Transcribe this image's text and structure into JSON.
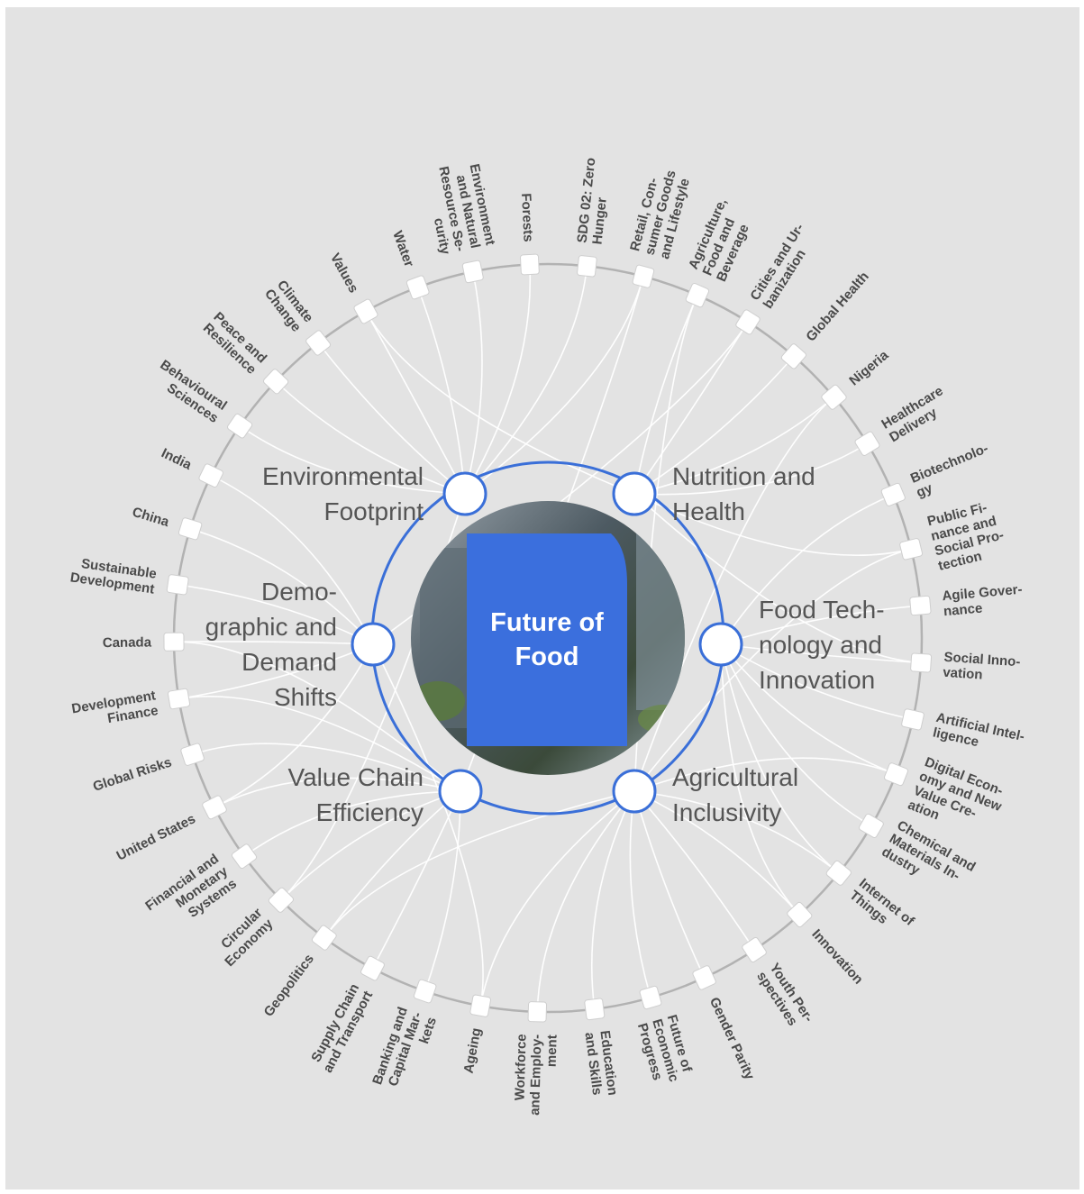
{
  "center": {
    "title_line1": "Future of",
    "title_line2": "Food"
  },
  "colors": {
    "ring": "#3a6fd8",
    "card": "#3b6fdd",
    "outer_ring": "#b2b2b2",
    "link": "#ffffff",
    "background": "#e3e3e3"
  },
  "categories": [
    {
      "lines": [
        "Environmental",
        "Footprint"
      ]
    },
    {
      "lines": [
        "Nutrition and",
        "Health"
      ]
    },
    {
      "lines": [
        "Demo-",
        "graphic and",
        "Demand",
        "Shifts"
      ]
    },
    {
      "lines": [
        "Food Tech-",
        "nology and",
        "Innovation"
      ]
    },
    {
      "lines": [
        "Value Chain",
        "Efficiency"
      ]
    },
    {
      "lines": [
        "Agricultural",
        "Inclusivity"
      ]
    }
  ],
  "topics": [
    {
      "lines": [
        "SDG 02: Zero",
        "Hunger"
      ],
      "links": [
        0
      ]
    },
    {
      "lines": [
        "Retail, Con-",
        "sumer Goods",
        "and Lifestyle"
      ],
      "links": [
        0,
        4
      ]
    },
    {
      "lines": [
        "Agriculture,",
        "Food and",
        "Beverage"
      ],
      "links": [
        1,
        5
      ]
    },
    {
      "lines": [
        "Cities and Ur-",
        "banization"
      ],
      "links": [
        1,
        2
      ]
    },
    {
      "lines": [
        "Global Health"
      ],
      "links": [
        1
      ]
    },
    {
      "lines": [
        "Nigeria"
      ],
      "links": [
        1,
        5
      ]
    },
    {
      "lines": [
        "Healthcare",
        "Delivery"
      ],
      "links": [
        1
      ]
    },
    {
      "lines": [
        "Biotechnolo-",
        "gy"
      ],
      "links": [
        3
      ]
    },
    {
      "lines": [
        "Public Fi-",
        "nance and",
        "Social Pro-",
        "tection"
      ],
      "links": [
        1,
        5
      ]
    },
    {
      "lines": [
        "Agile Gover-",
        "nance"
      ],
      "links": [
        3
      ]
    },
    {
      "lines": [
        "Social Inno-",
        "vation"
      ],
      "links": [
        3,
        1
      ]
    },
    {
      "lines": [
        "Artificial Intel-",
        "ligence"
      ],
      "links": [
        3
      ]
    },
    {
      "lines": [
        "Digital Econ-",
        "omy and New",
        "Value Cre-",
        "ation"
      ],
      "links": [
        3,
        5
      ]
    },
    {
      "lines": [
        "Chemical and",
        "Materials In-",
        "dustry"
      ],
      "links": [
        3
      ]
    },
    {
      "lines": [
        "Internet of",
        "Things"
      ],
      "links": [
        3,
        5
      ]
    },
    {
      "lines": [
        "Innovation"
      ],
      "links": [
        3,
        5
      ]
    },
    {
      "lines": [
        "Youth Per-",
        "spectives"
      ],
      "links": [
        5
      ]
    },
    {
      "lines": [
        "Gender Parity"
      ],
      "links": [
        5
      ]
    },
    {
      "lines": [
        "Future of",
        "Economic",
        "Progress"
      ],
      "links": [
        5
      ]
    },
    {
      "lines": [
        "Education",
        "and Skills"
      ],
      "links": [
        5
      ]
    },
    {
      "lines": [
        "Workforce",
        "and Employ-",
        "ment"
      ],
      "links": [
        5
      ]
    },
    {
      "lines": [
        "Ageing"
      ],
      "links": [
        2,
        5
      ]
    },
    {
      "lines": [
        "Banking and",
        "Capital Mar-",
        "kets"
      ],
      "links": [
        4
      ]
    },
    {
      "lines": [
        "Supply Chain",
        "and Transport"
      ],
      "links": [
        4
      ]
    },
    {
      "lines": [
        "Geopolitics"
      ],
      "links": [
        4,
        5
      ]
    },
    {
      "lines": [
        "Circular",
        "Economy"
      ],
      "links": [
        4,
        0
      ]
    },
    {
      "lines": [
        "Financial and",
        "Monetary",
        "Systems"
      ],
      "links": [
        4
      ]
    },
    {
      "lines": [
        "United States"
      ],
      "links": [
        4,
        2
      ]
    },
    {
      "lines": [
        "Global Risks"
      ],
      "links": [
        4
      ]
    },
    {
      "lines": [
        "Development",
        "Finance"
      ],
      "links": [
        4,
        2
      ]
    },
    {
      "lines": [
        "Canada"
      ],
      "links": [
        2,
        4
      ]
    },
    {
      "lines": [
        "Sustainable",
        "Development"
      ],
      "links": [
        2
      ]
    },
    {
      "lines": [
        "China"
      ],
      "links": [
        2
      ]
    },
    {
      "lines": [
        "India"
      ],
      "links": [
        2
      ]
    },
    {
      "lines": [
        "Behavioural",
        "Sciences"
      ],
      "links": [
        0
      ]
    },
    {
      "lines": [
        "Peace and",
        "Resilience"
      ],
      "links": [
        0
      ]
    },
    {
      "lines": [
        "Climate",
        "Change"
      ],
      "links": [
        0
      ]
    },
    {
      "lines": [
        "Values"
      ],
      "links": [
        0,
        1
      ]
    },
    {
      "lines": [
        "Water"
      ],
      "links": [
        0
      ]
    },
    {
      "lines": [
        "Environment",
        "and Natural",
        "Resource Se-",
        "curity"
      ],
      "links": [
        0
      ]
    },
    {
      "lines": [
        "Forests"
      ],
      "links": [
        0
      ]
    }
  ]
}
